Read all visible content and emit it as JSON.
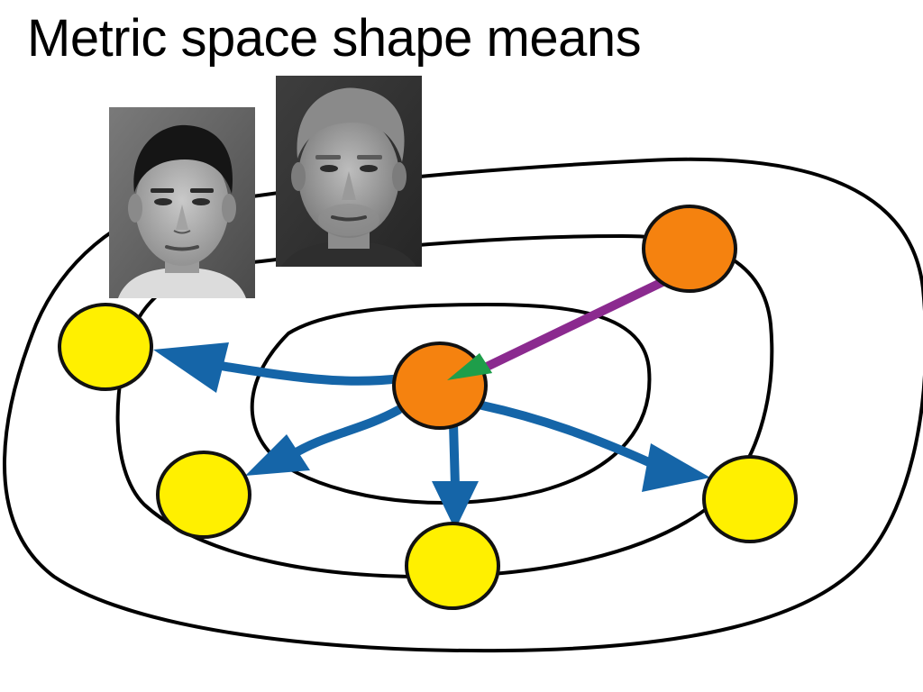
{
  "slide": {
    "title": "Metric space shape means"
  },
  "colors": {
    "contour_stroke": "#000000",
    "mean_node_fill": "#F5820F",
    "sample_node_fill": "#FFF000",
    "node_outline": "#111111",
    "arrow_blue": "#1565A8",
    "arrow_purple": "#8B2A8F",
    "arrow_green_head": "#1E9E4A",
    "background": "#FFFFFF"
  },
  "diagram": {
    "contours": [
      "outer-contour",
      "middle-contour",
      "inner-contour"
    ],
    "mean_nodes": [
      "center-mean-node",
      "top-right-mean-node"
    ],
    "sample_nodes": [
      "left-sample-node",
      "lower-left-sample-node",
      "bottom-sample-node",
      "right-sample-node"
    ],
    "arrows": [
      "arrow-to-left-sample",
      "arrow-to-lower-left-sample",
      "arrow-to-bottom-sample",
      "arrow-to-right-sample",
      "purple-mean-shift-arrow"
    ]
  },
  "images": [
    {
      "name": "face-photo-asian-man",
      "kind": "grayscale-portrait"
    },
    {
      "name": "face-photo-blond-man",
      "kind": "grayscale-portrait"
    }
  ]
}
